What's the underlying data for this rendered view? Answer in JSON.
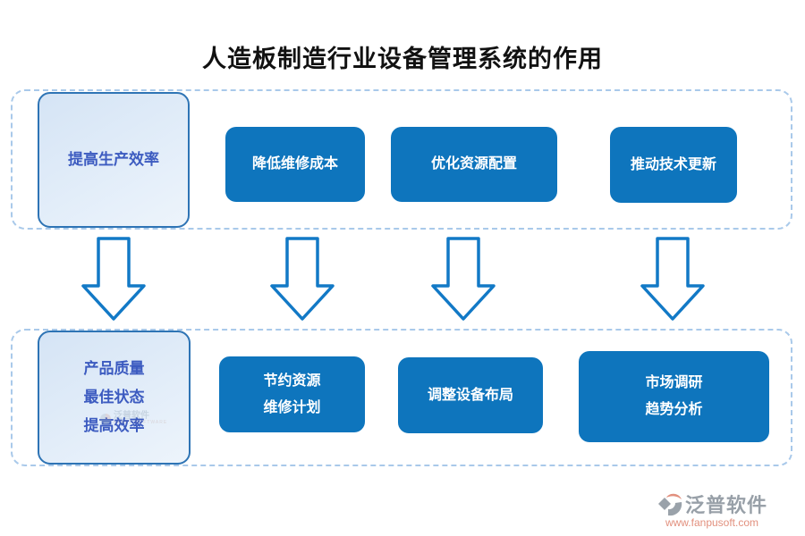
{
  "title": "人造板制造行业设备管理系统的作用",
  "top_row": {
    "boxes": [
      {
        "label": "提高生产效率",
        "style": "light"
      },
      {
        "label": "降低维修成本",
        "style": "solid"
      },
      {
        "label": "优化资源配置",
        "style": "solid"
      },
      {
        "label": "推动技术更新",
        "style": "solid"
      }
    ]
  },
  "bottom_row": {
    "boxes": [
      {
        "line1": "产品质量",
        "line2": "最佳状态",
        "line3": "提高效率",
        "style": "light"
      },
      {
        "line1": "节约资源",
        "line2": "维修计划",
        "style": "solid"
      },
      {
        "line1": "调整设备布局",
        "style": "solid"
      },
      {
        "line1": "市场调研",
        "line2": "趋势分析",
        "style": "solid"
      }
    ]
  },
  "arrows": {
    "count": 4,
    "direction": "down"
  },
  "footer": {
    "brand": "泛普软件",
    "url": "www.fanpusoft.com"
  },
  "watermark": {
    "brand": "泛普软件",
    "subtitle": "FANPU SOFTWARE"
  },
  "colors": {
    "solid_box_blue": "#0e75bd",
    "light_box_border": "#2e74b5",
    "light_box_fill": "#dde9f7",
    "light_box_text": "#3c5bc0",
    "arrow_stroke": "#1279c6",
    "container_dash": "#a9c9ea",
    "title_text": "#111111",
    "brand_gray": "#98a0a8",
    "brand_salmon": "#e2907e"
  }
}
